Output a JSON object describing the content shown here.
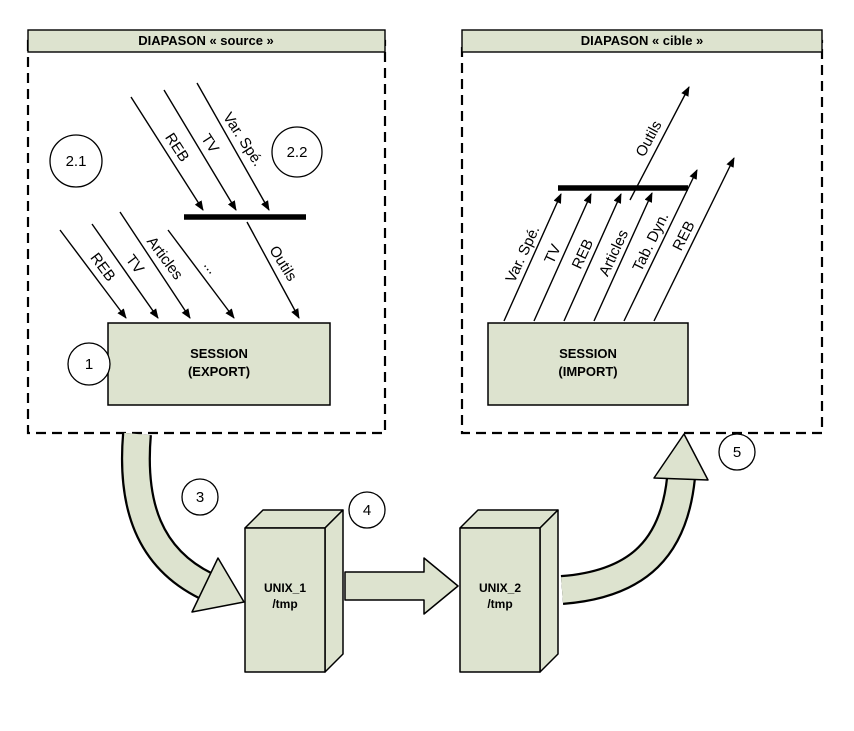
{
  "colors": {
    "panel_fill": "#dde3cf",
    "line": "#000000",
    "background": "#ffffff"
  },
  "source_panel": {
    "title": "DIAPASON « source »",
    "session_title": "SESSION",
    "session_subtitle": "(EXPORT)",
    "upper_arrows": [
      "REB",
      "TV",
      "Var. Spé."
    ],
    "lower_arrows": [
      "REB",
      "TV",
      "Articles",
      "...",
      "Outils"
    ],
    "badges": {
      "step1": "1",
      "step2_1": "2.1",
      "step2_2": "2.2"
    }
  },
  "target_panel": {
    "title": "DIAPASON « cible »",
    "session_title": "SESSION",
    "session_subtitle": "(IMPORT)",
    "arrows": [
      "Var. Spé.",
      "TV",
      "REB",
      "Articles",
      "Tab. Dyn.",
      "REB"
    ],
    "top_arrow": "Outils",
    "badges": {
      "step5": "5"
    }
  },
  "transfer": {
    "badges": {
      "step3": "3",
      "step4": "4"
    },
    "unix1": {
      "name": "UNIX_1",
      "path": "/tmp"
    },
    "unix2": {
      "name": "UNIX_2",
      "path": "/tmp"
    }
  }
}
